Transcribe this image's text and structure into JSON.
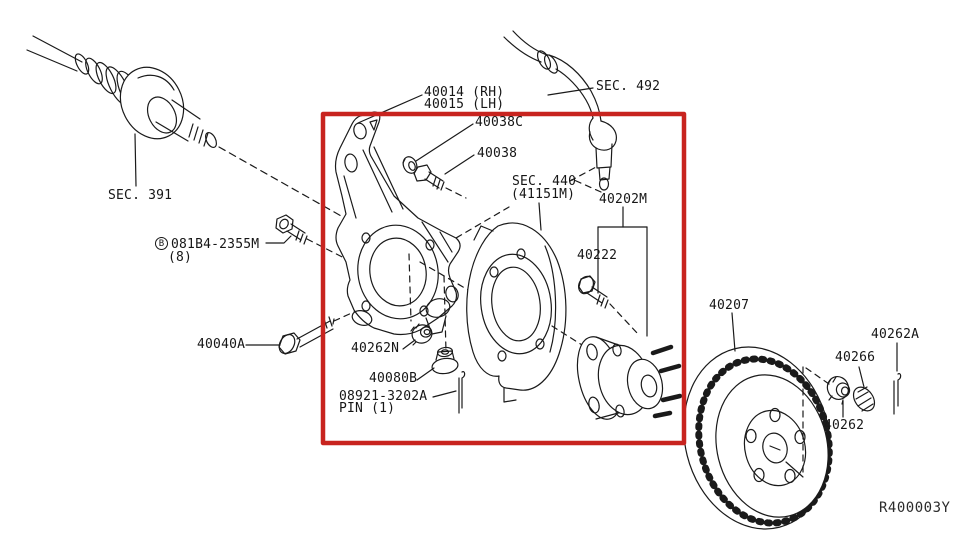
{
  "diagram": {
    "type": "parts-exploded-diagram",
    "ref_code": "R400003Y",
    "highlight_color": "#c8241f",
    "line_color": "#1a1a1a",
    "labels": [
      {
        "id": "knuckle-rh",
        "text": "40014 (RH)"
      },
      {
        "id": "knuckle-lh",
        "text": "40015 (LH)"
      },
      {
        "id": "washer",
        "text": "40038C"
      },
      {
        "id": "plug-bolt",
        "text": "40038"
      },
      {
        "id": "sec-steering",
        "text": "SEC. 492"
      },
      {
        "id": "sec-driveshaft",
        "text": "SEC. 391"
      },
      {
        "id": "sec-brake",
        "text": "SEC. 440"
      },
      {
        "id": "sec-brake-sub",
        "text": "(41151M)"
      },
      {
        "id": "hub-assembly",
        "text": "40202M"
      },
      {
        "id": "hub-bolt",
        "text": "40222"
      },
      {
        "id": "bolt-b-prefix",
        "text": "B"
      },
      {
        "id": "bolt-b",
        "text": "081B4-2355M"
      },
      {
        "id": "bolt-b-qty",
        "text": "(8)"
      },
      {
        "id": "lower-bolt",
        "text": "40040A"
      },
      {
        "id": "nut-upper",
        "text": "40262N"
      },
      {
        "id": "nut-lower",
        "text": "40080B"
      },
      {
        "id": "cotter-pin-num",
        "text": "08921-3202A"
      },
      {
        "id": "cotter-pin-sub",
        "text": "PIN (1)"
      },
      {
        "id": "rotor",
        "text": "40207"
      },
      {
        "id": "axle-pin",
        "text": "40262A"
      },
      {
        "id": "axle-cap",
        "text": "40266"
      },
      {
        "id": "axle-nut",
        "text": "40262"
      },
      {
        "id": "ref-code",
        "text": "R400003Y"
      }
    ]
  }
}
